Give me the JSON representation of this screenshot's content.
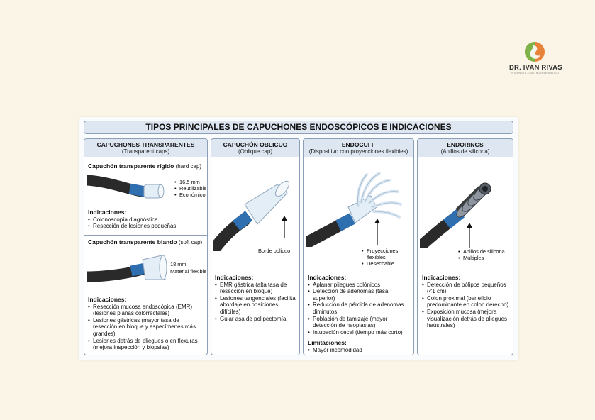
{
  "logo": {
    "name": "DR. IVAN RIVAS",
    "subtitle": "INTERNISTA - GASTROENTERÓLOGO"
  },
  "title": "TIPOS PRINCIPALES DE CAPUCHONES ENDOSCÓPICOS E INDICACIONES",
  "col1": {
    "title": "CAPUCHONES TRANSPARENTES",
    "subtitle": "(Transparent caps)",
    "hard": {
      "heading_bold": "Capuchón transparente rígido",
      "heading_rest": " (hard cap)",
      "labels": [
        "16.5 mm",
        "Reutilizable",
        "Económico"
      ],
      "ind_title": "Indicaciones:",
      "indications": [
        "Colonoscopía diagnóstica",
        "Resección de lesiones pequeñas."
      ]
    },
    "soft": {
      "heading_bold": "Capuchón transparente blando",
      "heading_rest": " (soft cap)",
      "labels": [
        "18 mm",
        "Material flexible"
      ],
      "ind_title": "Indicaciones:",
      "indications": [
        "Resección mucosa endoscópica (EMR) (lesiones planas colorrectales)",
        "Lesiones gástricas (mayor tasa de resección en bloque y especímenes más grandes)",
        "Lesiones detrás de pliegues o en flexuras (mejora inspección y biopsias)"
      ]
    }
  },
  "col2": {
    "title": "CAPUCHÓN OBLICUO",
    "subtitle": "(Oblique cap)",
    "label": "Borde oblicuo",
    "ind_title": "Indicaciones:",
    "indications": [
      "EMR gástrica (alta tasa de resección en bloque)",
      "Lesiones tangenciales (facilita abordaje en posiciones difíciles)",
      "Guiar asa de polipectomía"
    ]
  },
  "col3": {
    "title": "ENDOCUFF",
    "subtitle": "(Dispositivo con proyecciones flexibles)",
    "labels": [
      "Proyecciones flexibles",
      "Desechable"
    ],
    "ind_title": "Indicaciones:",
    "indications": [
      "Aplanar pliegues colónicos",
      "Detección de adenomas (tasa superior)",
      "Reducción de pérdida de adenomas diminutos",
      "Población de tamizaje (mayor detección de neoplasias)",
      "Intubación cecal (tiempo más corto)"
    ],
    "lim_title": "Limitaciones:",
    "limitations": [
      "Mayor incomodidad"
    ]
  },
  "col4": {
    "title": "ENDORINGS",
    "subtitle": "(Anillos de silicona)",
    "labels": [
      "Anillos de silicona",
      "Múltiples"
    ],
    "ind_title": "Indicaciones:",
    "indications": [
      "Detección de pólipos pequeños (<1 cm)",
      "Colon proximal (beneficio predominante en colon derecho)",
      "Exposición mucosa (mejora visualización detrás de pliegues haústrales)"
    ]
  },
  "colors": {
    "header_bg": "#dde6f1",
    "border": "#8c9fb6",
    "scope_blue": "#2f6fb0",
    "logo_orange": "#e8833a",
    "logo_green": "#7fb34a"
  }
}
